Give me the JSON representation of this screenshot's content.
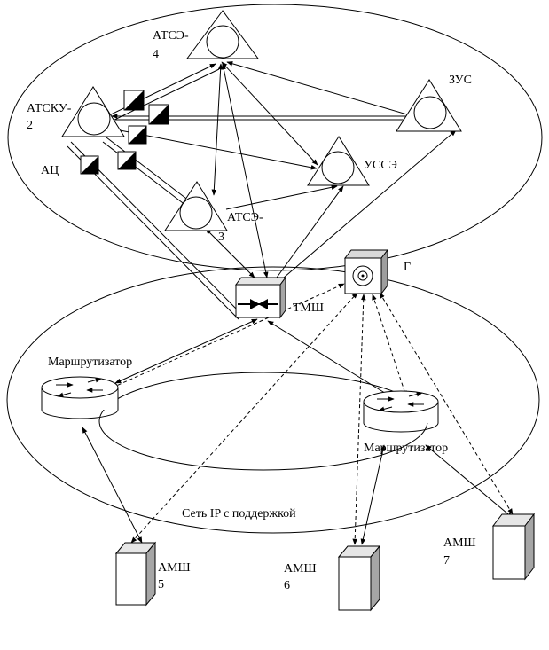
{
  "labels": {
    "atse4_a": "АТСЭ-",
    "atse4_b": "4",
    "atsku_a": "АТСКУ-",
    "atsku_b": "2",
    "ac": "АЦ",
    "zus": "ЗУС",
    "usse": "УССЭ",
    "atse3_a": "АТСЭ-",
    "atse3_b": "3",
    "g": "Г",
    "tmsh": "ТМШ",
    "router1": "Маршрутизатор",
    "router2": "Маршрутизатор",
    "ipnet": "Сеть IP с поддержкой",
    "amsh5_a": "АМШ",
    "amsh5_b": "5",
    "amsh6_a": "АМШ",
    "amsh6_b": "6",
    "amsh7_a": "АМШ",
    "amsh7_b": "7"
  }
}
